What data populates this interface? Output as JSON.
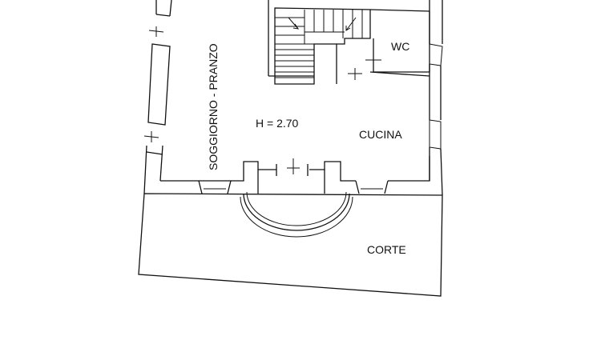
{
  "plan": {
    "rooms": {
      "living": "SOGGIORNO - PRANZO",
      "height": "H = 2.70",
      "kitchen": "CUCINA",
      "wc": "WC",
      "court": "CORTE"
    }
  }
}
